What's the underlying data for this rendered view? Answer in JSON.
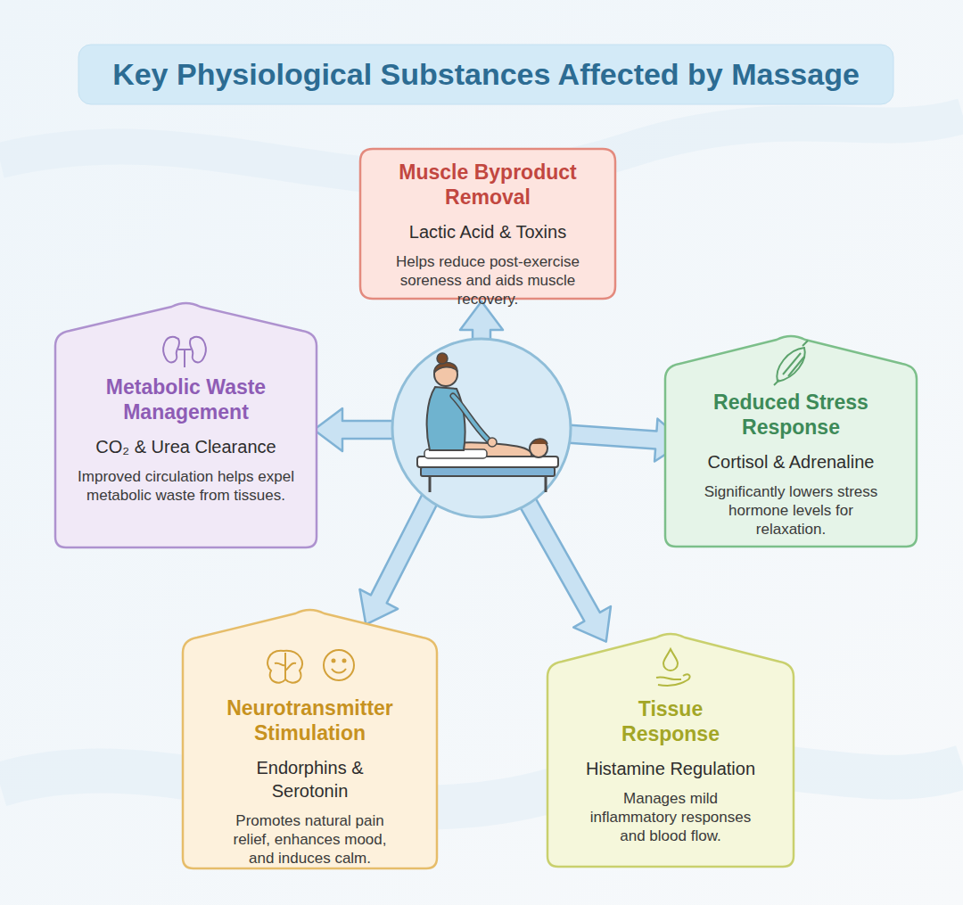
{
  "diagram": {
    "title": "Key Physiological Substances Affected by Massage",
    "nodes": [
      {
        "text": [
          "Muscle Byproduct Removal",
          "Lactic Acid & Toxins",
          "Helps reduce post-exercise soreness and aids muscle recovery."
        ]
      },
      {
        "text": [
          "Metabolic Waste Management",
          "CO₂ & Urea Clearance",
          "Improved circulation helps expel metabolic waste from tissues."
        ]
      },
      {
        "text": [
          "Reduced Stress Response",
          "Cortisol & Adrenaline",
          "Significantly lowers stress hormone levels for relaxation."
        ]
      },
      {
        "text": [
          "Neurotransmitter Stimulation",
          "Endorphins & Serotonin",
          "Promotes natural pain relief, enhances mood, and induces calm."
        ]
      },
      {
        "text": [
          "Tissue Response",
          "Histamine Regulation",
          "Manages mild inflammatory responses and blood flow."
        ]
      }
    ]
  }
}
